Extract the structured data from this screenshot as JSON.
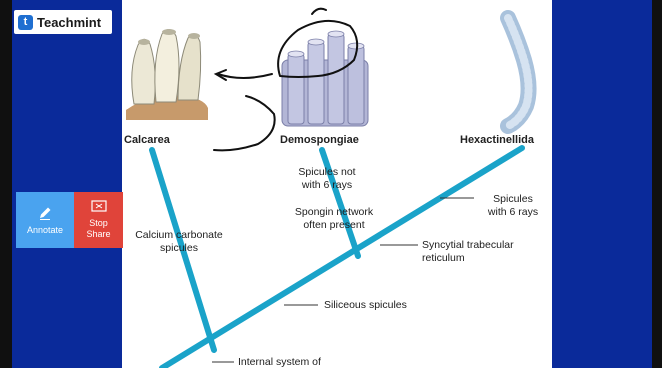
{
  "app": {
    "brand": "Teachmint"
  },
  "controls": {
    "annotate_label": "Annotate",
    "stop_share_line1": "Stop",
    "stop_share_line2": "Share",
    "annotate_color": "#4aa3ef",
    "stop_color": "#e0443a"
  },
  "slide": {
    "groups": {
      "calcarea": "Calcarea",
      "demospongiae": "Demospongiae",
      "hexactinellida": "Hexactinellida"
    },
    "annotations": {
      "spicules_not_6_line1": "Spicules not",
      "spicules_not_6_line2": "with 6 rays",
      "spongin_line1": "Spongin network",
      "spongin_line2": "often present",
      "spicules_6_line1": "Spicules",
      "spicules_6_line2": "with 6 rays",
      "calcium_line1": "Calcium carbonate",
      "calcium_line2": "spicules",
      "syncytial_line1": "Syncytial trabecular",
      "syncytial_line2": "reticulum",
      "siliceous": "Siliceous spicules",
      "internal": "Internal system of"
    },
    "tree_color": "#1aa3c9",
    "background_color": "#0a2a9a"
  }
}
